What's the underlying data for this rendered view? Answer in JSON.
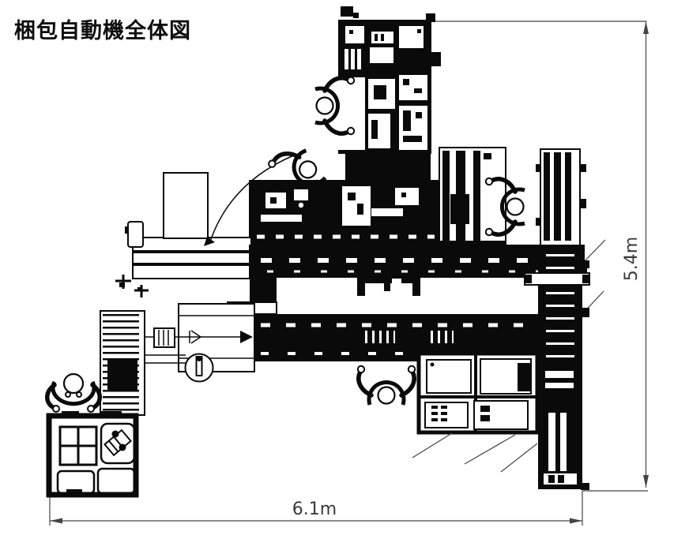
{
  "title": "梱包自動機全体図",
  "dimensions": {
    "height": {
      "label": "5.4m"
    },
    "width": {
      "label": "6.1m"
    }
  },
  "colors": {
    "ink": "#0a0a0a",
    "paper": "#ffffff",
    "dimension_lines": "#3a3a3a"
  }
}
